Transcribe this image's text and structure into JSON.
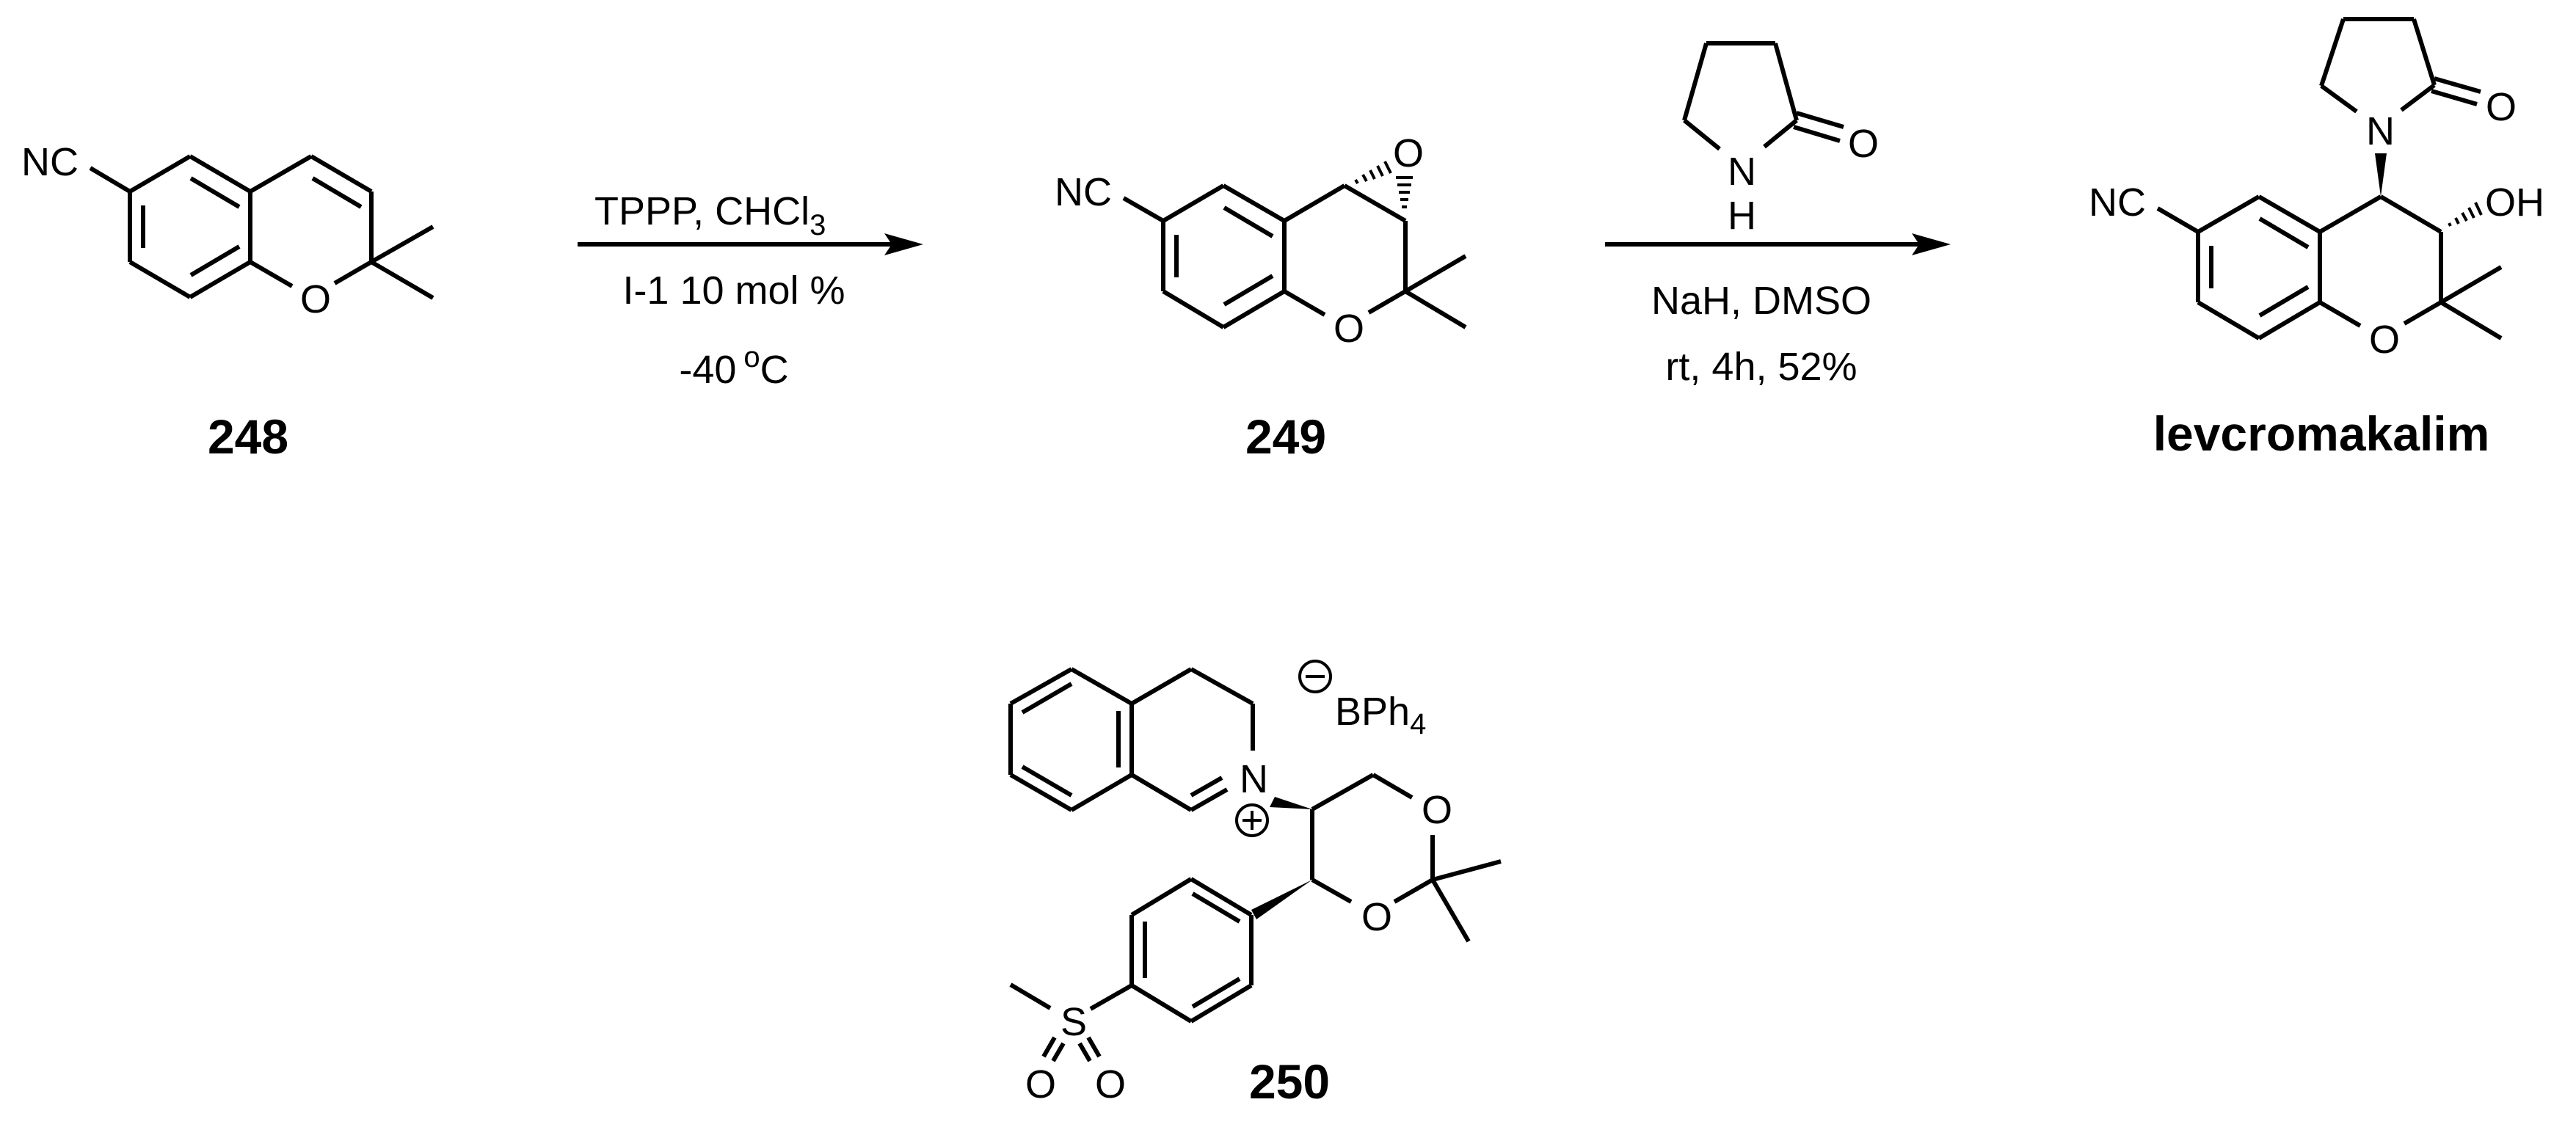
{
  "scheme": {
    "type": "reaction_scheme",
    "colors": {
      "ink": "#000000",
      "background": "#ffffff"
    },
    "compounds": {
      "c248": {
        "label": "248",
        "substituent": "NC",
        "ring_oxygen": "O"
      },
      "c249": {
        "label": "249",
        "substituent": "NC",
        "ring_oxygen": "O",
        "epoxide_oxygen": "O"
      },
      "levcromakalim": {
        "label": "levcromakalim",
        "substituent": "NC",
        "ring_oxygen": "O",
        "hydroxyl": "OH",
        "lactam_nitrogen": "N",
        "lactam_oxygen": "O"
      },
      "c250": {
        "label": "250",
        "iminium_nitrogen": "N",
        "counterion": "BPh",
        "counterion_subscript": "4",
        "positive_charge": "+",
        "negative_charge": "−",
        "dioxane_oxygen_top": "O",
        "dioxane_oxygen_bottom": "O",
        "sulfur": "S",
        "sulfonyl_oxygen_left": "O",
        "sulfonyl_oxygen_right": "O"
      }
    },
    "steps": [
      {
        "from": "248",
        "to": "249",
        "above": {
          "text": "TPPP, CHCl",
          "subscript": "3"
        },
        "below": [
          "I-1 10 mol %"
        ],
        "temperature": {
          "value": "-40",
          "unit": "C",
          "degree": "o"
        }
      },
      {
        "from": "249",
        "to": "levcromakalim",
        "above_reagent": {
          "name": "2-pyrrolidinone",
          "n_label": "N",
          "h_label": "H",
          "o_label": "O"
        },
        "below": [
          "NaH, DMSO",
          "rt, 4h, 52%"
        ]
      }
    ]
  }
}
